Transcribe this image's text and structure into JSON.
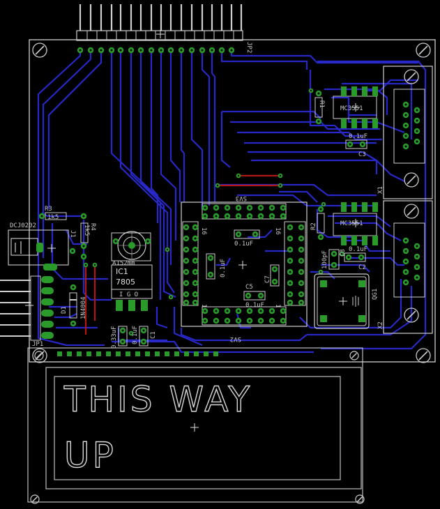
{
  "colors": {
    "background": "#000000",
    "outline": "#d0d0d0",
    "trace_bottom": "#2828c8",
    "trace_top": "#b01818",
    "pad": "#2a9a2a",
    "via": "#2a9a2a",
    "silk": "#c8c8c8"
  },
  "labels": {
    "header_name": "JP2",
    "dc_jack": "DCJ0202",
    "r3": "R3",
    "r3_value": "1k5",
    "r4": "R4",
    "r4_value": "1k5",
    "j1": "J1",
    "pot": "A152mm",
    "ic1": "IC1",
    "ic1_value": "7805",
    "ic1_pins": "I G O",
    "d1": "D1",
    "d1_value": "1N4004",
    "jp1": "JP1",
    "c1": "C1",
    "c1_value": "0.1uF",
    "c4_value": "0.33uF",
    "sv3": "SV3",
    "sv2": "SV2",
    "pin16_a": "16",
    "pin1_a": "1",
    "pin16_b": "16",
    "pin1_b": "1",
    "c6_value": "0.1uF",
    "c7": "C7",
    "c5": "C5",
    "c5_value": "0.1uF",
    "c_mid": "0.1uF",
    "u1_top": "MC3551",
    "u2_bottom": "MC3551",
    "r1": "R1",
    "r2": "R2",
    "c3": "C3",
    "c3_value": "0.1uF",
    "c2": "C2",
    "c2_value": "0.1uF",
    "c8": "C8",
    "c8_value": "100pF",
    "q1": "QG1",
    "x1": "X1",
    "x2": "X2",
    "lcd_line1": "THIS WAY",
    "lcd_line2": "UP"
  }
}
